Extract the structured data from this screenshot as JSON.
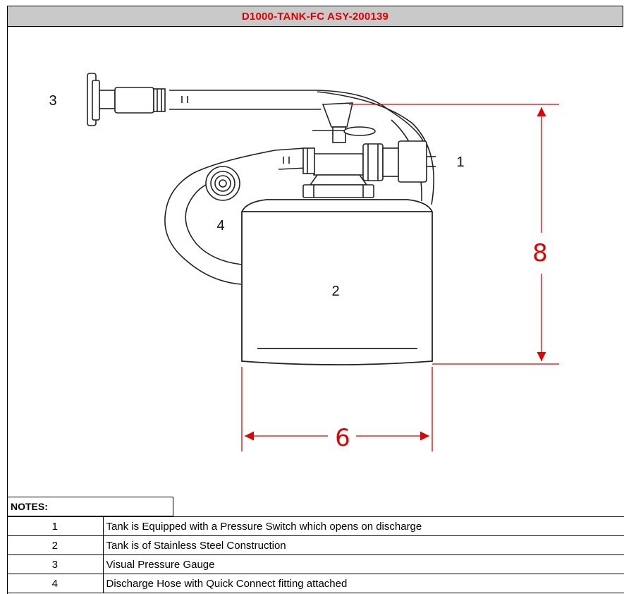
{
  "title": "D1000-TANK-FC ASY-200139",
  "colors": {
    "title_text": "#e00000",
    "title_bar": "#c9c9c9",
    "dimension": "#e00000",
    "line": "#222222"
  },
  "drawing": {
    "callouts": [
      {
        "id": "1",
        "label": "1"
      },
      {
        "id": "2",
        "label": "2"
      },
      {
        "id": "3",
        "label": "3"
      },
      {
        "id": "4",
        "label": "4"
      }
    ],
    "dimensions": {
      "height": "8",
      "width": "6"
    }
  },
  "notes": {
    "header": "NOTES:",
    "items": [
      {
        "num": "1",
        "text": "Tank is Equipped with a Pressure Switch which opens on discharge"
      },
      {
        "num": "2",
        "text": "Tank is of Stainless Steel Construction"
      },
      {
        "num": "3",
        "text": "Visual Pressure Gauge"
      },
      {
        "num": "4",
        "text": "Discharge Hose with Quick Connect fitting attached"
      }
    ]
  }
}
